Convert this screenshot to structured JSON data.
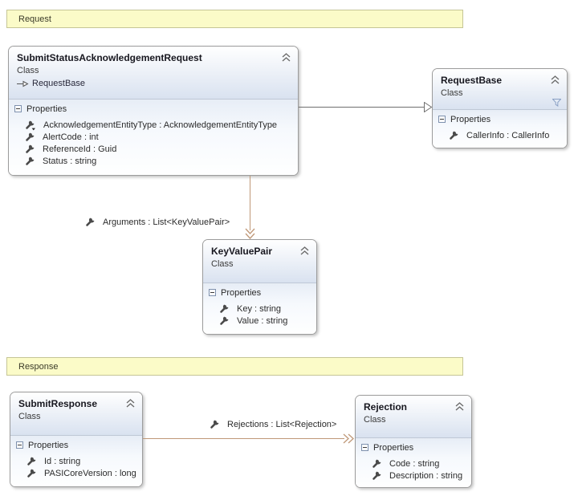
{
  "diagram": {
    "request_comment": "Request",
    "response_comment": "Response"
  },
  "classes": {
    "ssar": {
      "title": "SubmitStatusAcknowledgementRequest",
      "kind": "Class",
      "base": "RequestBase",
      "section": "Properties",
      "props": [
        "AcknowledgementEntityType : AcknowledgementEntityType",
        "AlertCode : int",
        "ReferenceId : Guid",
        "Status : string"
      ]
    },
    "request_base": {
      "title": "RequestBase",
      "kind": "Class",
      "section": "Properties",
      "props": [
        "CallerInfo : CallerInfo"
      ]
    },
    "key_value_pair": {
      "title": "KeyValuePair",
      "kind": "Class",
      "section": "Properties",
      "props": [
        "Key : string",
        "Value : string"
      ]
    },
    "submit_response": {
      "title": "SubmitResponse",
      "kind": "Class",
      "section": "Properties",
      "props": [
        "Id : string",
        "PASICoreVersion : long"
      ]
    },
    "rejection": {
      "title": "Rejection",
      "kind": "Class",
      "section": "Properties",
      "props": [
        "Code : string",
        "Description : string"
      ]
    }
  },
  "associations": {
    "arguments": {
      "label": "Arguments : List<KeyValuePair>"
    },
    "rejections": {
      "label": "Rejections : List<Rejection>"
    }
  },
  "colors": {
    "association_line": "#bf9878",
    "inheritance_line": "#707070",
    "comment_background": "#fbfbc8",
    "comment_border": "#c5c596",
    "header_gradient_bottom": "#d9e2f0",
    "filter_icon_blue": "#8aa0c4"
  }
}
